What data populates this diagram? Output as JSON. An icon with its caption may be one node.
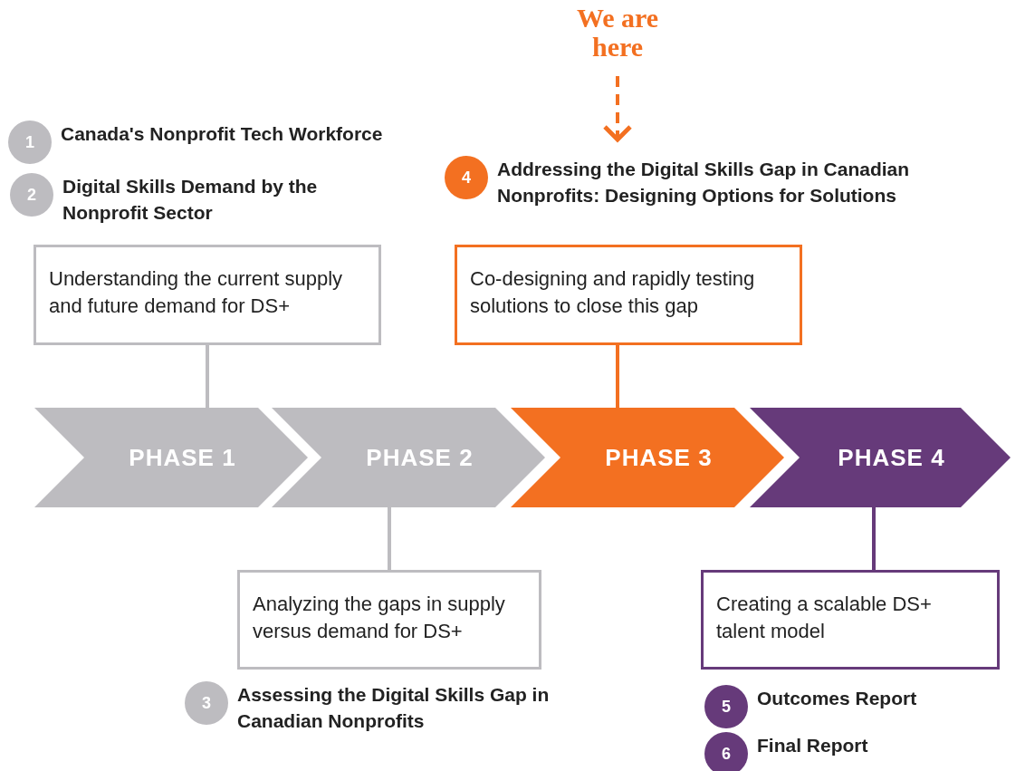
{
  "diagram": {
    "nodes": [
      {
        "text": [
          "We are here"
        ]
      },
      {
        "text": [
          "1"
        ],
        "beside": [
          "Canada's Nonprofit Tech Workforce"
        ]
      },
      {
        "text": [
          "2"
        ],
        "beside": [
          "Digital Skills Demand by the Nonprofit Sector"
        ]
      },
      {
        "text": [
          "4"
        ],
        "beside": [
          "Addressing the Digital Skills Gap in Canadian Nonprofits: Designing Options for Solutions"
        ]
      },
      {
        "text": [
          "Understanding the current supply and future demand for DS+"
        ]
      },
      {
        "text": [
          "Co-designing and rapidly testing solutions to close this gap"
        ]
      },
      {
        "text": [
          "PHASE 1"
        ]
      },
      {
        "text": [
          "PHASE 2"
        ]
      },
      {
        "text": [
          "PHASE 3"
        ]
      },
      {
        "text": [
          "PHASE 4"
        ]
      },
      {
        "text": [
          "Analyzing the gaps in supply versus demand for DS+"
        ]
      },
      {
        "text": [
          "Creating a scalable DS+ talent model"
        ]
      },
      {
        "text": [
          "3"
        ],
        "beside": [
          "Assessing the Digital Skills Gap in Canadian Nonprofits"
        ]
      },
      {
        "text": [
          "5"
        ],
        "beside": [
          "Outcomes Report"
        ]
      },
      {
        "text": [
          "6"
        ],
        "beside": [
          "Final Report"
        ]
      }
    ],
    "edges": [
      {
        "from": 0,
        "to": 3,
        "arrow": "to",
        "style": "dashed",
        "color": "#f37021"
      },
      {
        "from": 4,
        "to": 6,
        "arrow": "none",
        "color": "#bdbcc0"
      },
      {
        "from": 5,
        "to": 8,
        "arrow": "none",
        "color": "#f37021"
      },
      {
        "from": 7,
        "to": 10,
        "arrow": "none",
        "color": "#bdbcc0"
      },
      {
        "from": 9,
        "to": 11,
        "arrow": "none",
        "color": "#663a7a"
      }
    ]
  }
}
